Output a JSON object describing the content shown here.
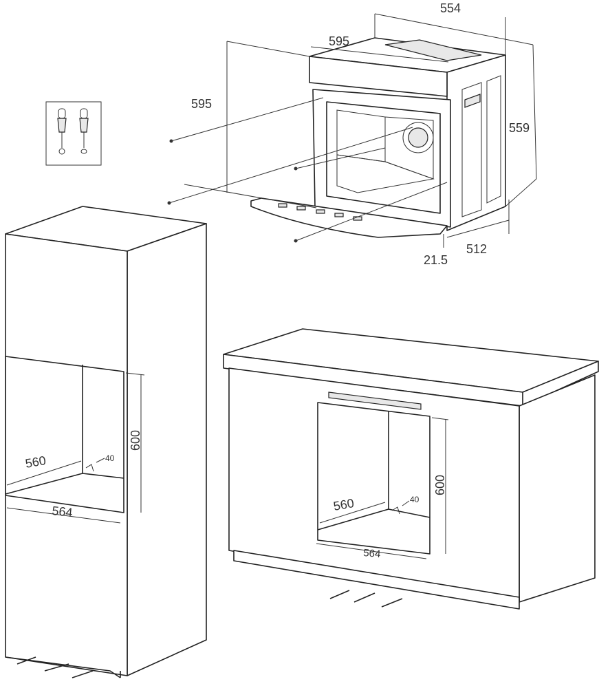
{
  "oven": {
    "width_depth": "554",
    "front_width": "595",
    "front_height": "595",
    "body_height": "559",
    "body_depth": "512",
    "front_thickness": "21.5"
  },
  "tall_cabinet": {
    "niche_depth": "560",
    "vent_gap": "40",
    "niche_height": "600",
    "niche_width": "564"
  },
  "base_cabinet": {
    "niche_depth": "560",
    "vent_gap": "40",
    "niche_height": "600",
    "niche_width": "564"
  }
}
